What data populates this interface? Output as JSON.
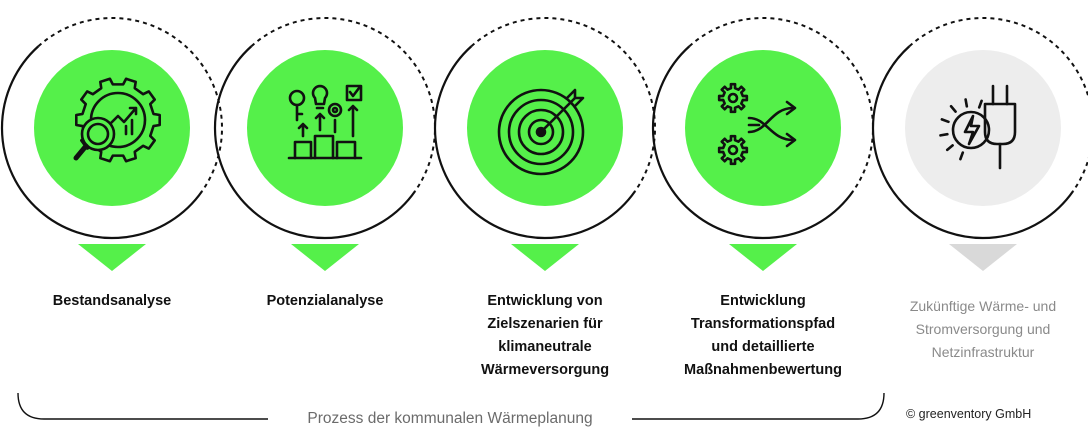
{
  "colors": {
    "accent": "#55f04a",
    "muted_fill": "#ededed",
    "muted_triangle": "#d9d9d9",
    "stroke": "#111111",
    "muted_text": "#8a8a8a"
  },
  "steps": [
    {
      "label_lines": [
        "Bestandsanalyse"
      ],
      "icon": "gear-magnifier-chart-icon",
      "active": true
    },
    {
      "label_lines": [
        "Potenzialanalyse"
      ],
      "icon": "key-bulb-gear-check-icon",
      "active": true
    },
    {
      "label_lines": [
        "Entwicklung von",
        "Zielszenarien für",
        "klimaneutrale",
        "Wärmeversorgung"
      ],
      "icon": "target-arrow-icon",
      "active": true
    },
    {
      "label_lines": [
        "Entwicklung",
        "Transformationspfad",
        "und detaillierte",
        "Maßnahmenbewertung"
      ],
      "icon": "gears-arrows-icon",
      "active": true
    },
    {
      "label_lines": [
        "Zukünftige Wärme- und",
        "Stromversorgung und",
        "Netzinfrastruktur"
      ],
      "icon": "plug-energy-icon",
      "active": false
    }
  ],
  "process_label": "Prozess der kommunalen Wärmeplanung",
  "copyright": "© greenventory GmbH"
}
